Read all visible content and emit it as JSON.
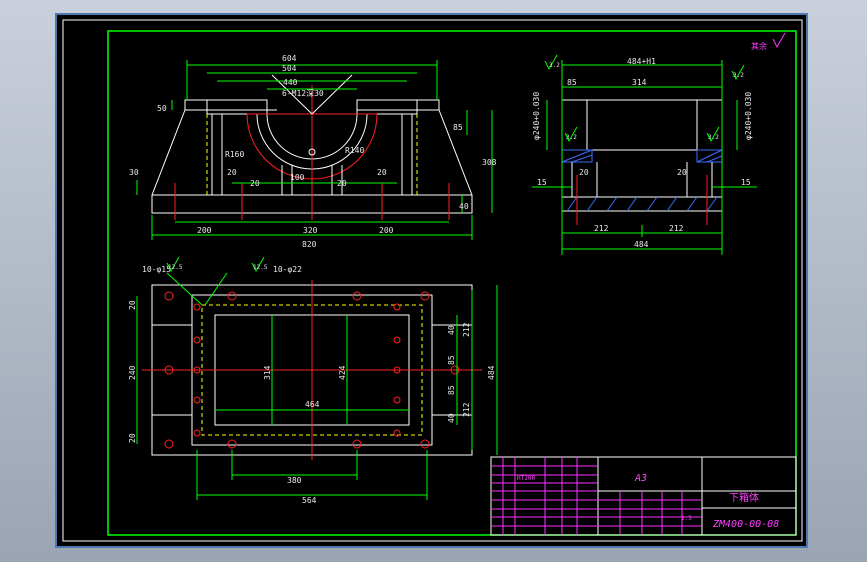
{
  "front_view": {
    "dims": [
      "604",
      "504",
      "440",
      "6-M12深30",
      "50",
      "R160",
      "R140",
      "85",
      "308",
      "30",
      "20",
      "20",
      "100",
      "20",
      "20",
      "40",
      "200",
      "320",
      "200",
      "820"
    ]
  },
  "side_view": {
    "dims": [
      "484+H1",
      "85",
      "314",
      "φ240+0.030",
      "φ240+0.030",
      "15",
      "20",
      "20",
      "15",
      "212",
      "212",
      "484"
    ],
    "surface_marks": [
      "3.2",
      "3.2",
      "3.2",
      "3.2"
    ]
  },
  "top_view": {
    "hole_labels": [
      "10-φ15",
      "10-φ22"
    ],
    "dims": [
      "20",
      "240",
      "20",
      "314",
      "424",
      "464",
      "40",
      "212",
      "85",
      "85",
      "40",
      "212",
      "484",
      "380",
      "564"
    ],
    "surface_marks": [
      "12.5",
      "12.5"
    ]
  },
  "corner_mark": "其余",
  "title_block": {
    "size_label": "A3",
    "part_name": "下箱体",
    "drawing_number": "ZM400-00-08",
    "scale": "1:5",
    "material_mark": "HT200"
  },
  "colors": {
    "background": "#000000",
    "frame": "#00ff00",
    "outline": "#ffffff",
    "centerline": "#ff2020",
    "hidden": "#ffff00",
    "title_block": "#ff40ff",
    "hatch": "#3a6cff"
  }
}
